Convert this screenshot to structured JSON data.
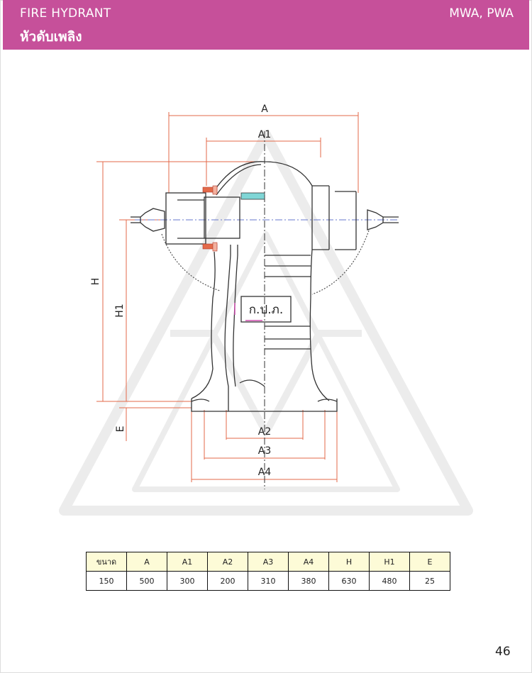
{
  "header": {
    "title_en": "FIRE HYDRANT",
    "title_th": "หัวดับเพลิง",
    "org": "MWA, PWA"
  },
  "drawing": {
    "dimension_labels": {
      "A": "A",
      "A1": "A1",
      "A2": "A2",
      "A3": "A3",
      "A4": "A4",
      "H": "H",
      "H1": "H1",
      "E": "E"
    },
    "emblem_text": "ก.ป.ภ."
  },
  "spec_table": {
    "headers": [
      "ขนาด",
      "A",
      "A1",
      "A2",
      "A3",
      "A4",
      "H",
      "H1",
      "E"
    ],
    "values": [
      "150",
      "500",
      "300",
      "200",
      "310",
      "380",
      "630",
      "480",
      "25"
    ]
  },
  "page_number": "46",
  "colors": {
    "header_bg": "#c6509a",
    "dimension_line": "#e36a4a",
    "drawing_line": "#333333",
    "cyan_accent": "#7fd6d6",
    "table_header_bg": "#fdfbd7"
  }
}
